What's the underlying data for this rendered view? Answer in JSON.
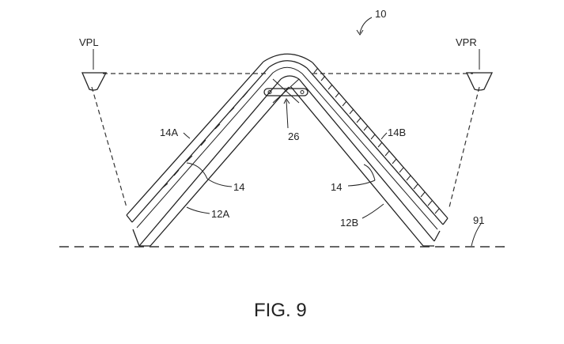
{
  "figure": {
    "caption": "FIG. 9",
    "labels": {
      "device": "10",
      "viewer_left": "VPL",
      "viewer_right": "VPR",
      "display_left": "14A",
      "display_right": "14B",
      "display_left_inner": "14",
      "display_right_inner": "14",
      "housing_left": "12A",
      "housing_right": "12B",
      "hinge": "26",
      "surface": "91"
    }
  }
}
